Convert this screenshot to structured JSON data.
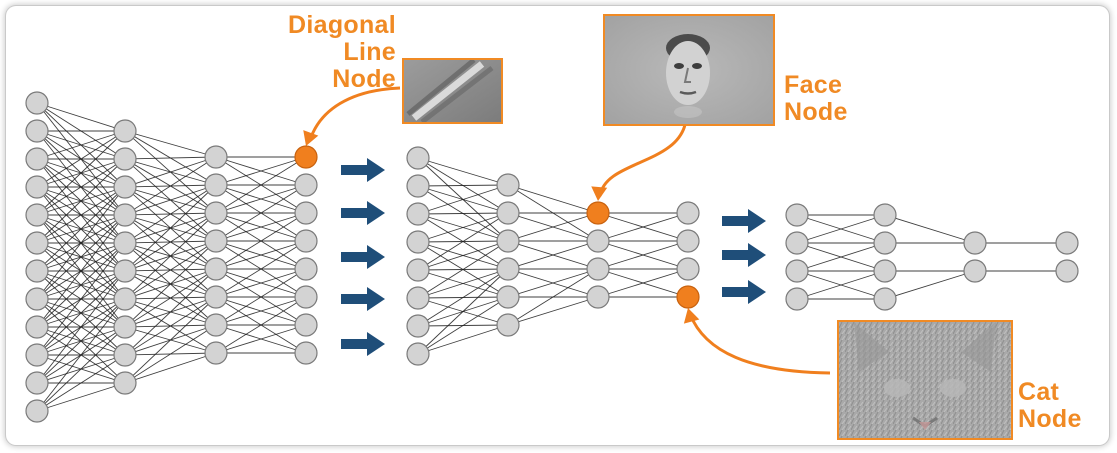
{
  "labels": {
    "diagonal": [
      "Diagonal",
      "Line",
      "Node"
    ],
    "face": [
      "Face",
      "Node"
    ],
    "cat": [
      "Cat",
      "Node"
    ]
  },
  "colors": {
    "node_fill": "#d3d3d3",
    "node_stroke": "#7a7a7a",
    "highlight_node": "#f07f1e",
    "edge": "#1e1e1e",
    "arrow": "#1f4e79",
    "label": "#f08a24"
  },
  "thumbnails": {
    "diagonal": "diagonal-line-feature-thumbnail",
    "face": "face-feature-thumbnail",
    "cat": "cat-feature-thumbnail"
  }
}
